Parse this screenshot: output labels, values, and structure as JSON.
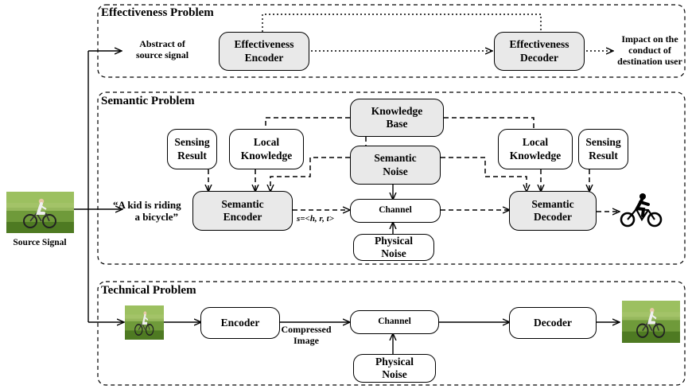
{
  "source": {
    "label": "Source Signal"
  },
  "sections": {
    "effectiveness": {
      "title": "Effectiveness Problem",
      "input_label": [
        "Abstract of",
        "source signal"
      ],
      "encoder": [
        "Effectiveness",
        "Encoder"
      ],
      "decoder": [
        "Effectiveness",
        "Decoder"
      ],
      "output_label": [
        "Impact on the",
        "conduct of",
        "destination user"
      ]
    },
    "semantic": {
      "title": "Semantic Problem",
      "knowledge_base": [
        "Knowledge",
        "Base"
      ],
      "sensing_result": [
        "Sensing",
        "Result"
      ],
      "local_knowledge": [
        "Local",
        "Knowledge"
      ],
      "noise": [
        "Semantic",
        "Noise"
      ],
      "sentence": [
        "“A kid is riding",
        "a bicycle”"
      ],
      "encoder": [
        "Semantic",
        "Encoder"
      ],
      "triple": "s=<h, r, t>",
      "channel": "Channel",
      "physical_noise": [
        "Physical",
        "Noise"
      ],
      "decoder": [
        "Semantic",
        "Decoder"
      ]
    },
    "technical": {
      "title": "Technical Problem",
      "encoder": "Encoder",
      "link_label": [
        "Compressed",
        "Image"
      ],
      "channel": "Channel",
      "physical_noise": [
        "Physical",
        "Noise"
      ],
      "decoder": "Decoder"
    }
  }
}
